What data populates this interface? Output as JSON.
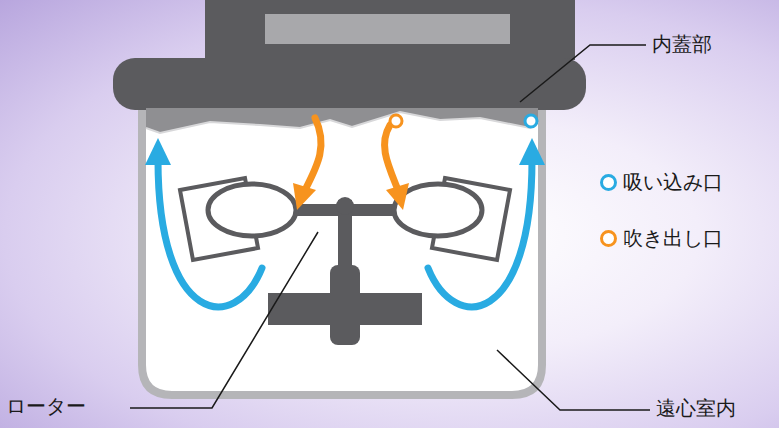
{
  "diagram": {
    "labels": [
      "内蓋部",
      "ローター",
      "遠心室内"
    ],
    "legend": [
      {
        "text": "吸い込み口",
        "color": "#29abe2"
      },
      {
        "text": "吹き出し口",
        "color": "#f7931e"
      }
    ]
  }
}
